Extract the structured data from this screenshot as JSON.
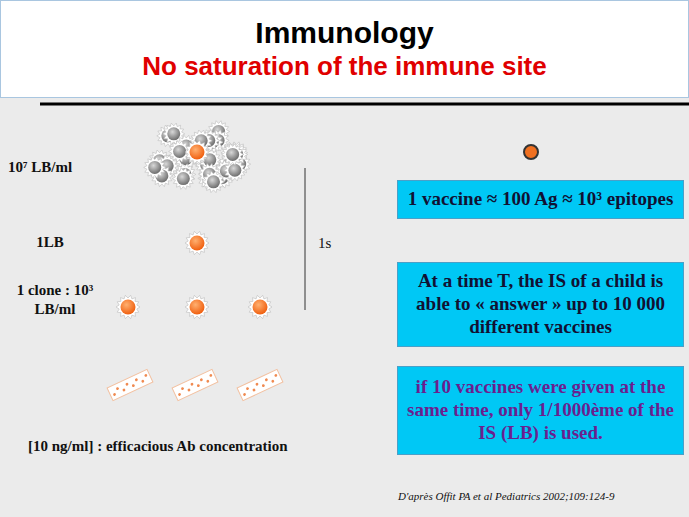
{
  "diagram": {
    "nodes": [
      {
        "text": [
          "Immunology",
          "No saturation of the immune site"
        ]
      },
      {
        "text": [
          "1 vaccine ≈ 100 Ag ≈ 10³ epitopes"
        ]
      },
      {
        "text": [
          "At a time T, the IS of a child is able to « answer » up to 10 000 different vaccines"
        ]
      },
      {
        "text": [
          "if 10 vaccines were given at the same time, only 1/1000ème of the IS (LB) is used."
        ]
      }
    ],
    "labels": [
      "10⁷ LB/ml",
      "1LB",
      "1 clone : 10³ LB/ml",
      "1s",
      "[10 ng/ml] : efficacious Ab concentration",
      "D'après Offit PA et al Pediatrics 2002;109:124-9"
    ]
  }
}
